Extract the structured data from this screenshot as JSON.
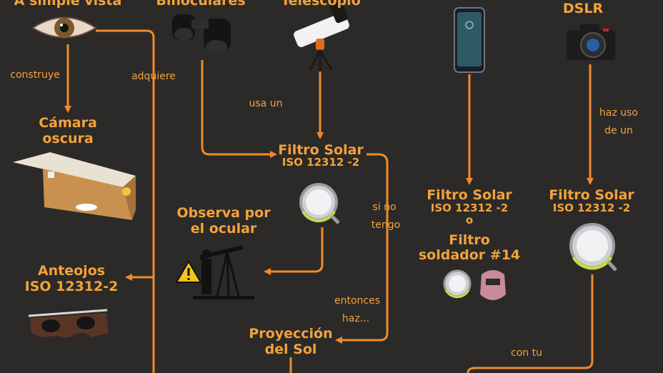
{
  "colors": {
    "background": "#2b2a28",
    "accent": "#f4a23a",
    "arrow": "#f08a2c"
  },
  "nodes": {
    "simple_vista": "A simple vista",
    "binoculares": "Binoculares",
    "telescopio": "Telescopio",
    "dslr": "DSLR",
    "camara_oscura": [
      "Cámara",
      "oscura"
    ],
    "filtro_solar_center": {
      "title": "Filtro Solar",
      "iso": "ISO 12312 -2"
    },
    "observa": [
      "Observa por",
      "el ocular"
    ],
    "anteojos": [
      "Anteojos",
      "ISO 12312-2"
    ],
    "proyeccion": [
      "Proyección",
      "del Sol"
    ],
    "filtro_phone": {
      "title": "Filtro Solar",
      "iso": "ISO 12312 -2",
      "or": "o",
      "alt_1": "Filtro",
      "alt_2": "soldador #14"
    },
    "filtro_dslr": {
      "title": "Filtro Solar",
      "iso": "ISO 12312 -2"
    }
  },
  "edge_labels": {
    "construye": "construye",
    "adquiere": "adquiere",
    "usa_un": "usa un",
    "si_no": "si no",
    "tengo": "tengo",
    "entonces": "entonces",
    "haz": "haz...",
    "haz_uso": "haz uso",
    "de_un": "de un",
    "con_tu": "con tu"
  }
}
